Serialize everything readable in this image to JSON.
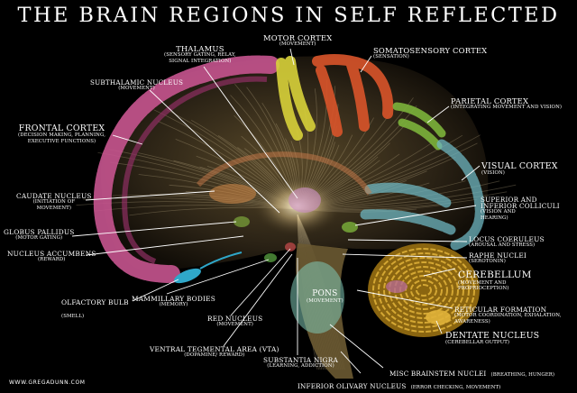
{
  "title": "THE BRAIN REGIONS IN SELF REFLECTED",
  "credit": "WWW.GREGADUNN.COM",
  "colors": {
    "background": "#000000",
    "fibers": "#d9c79a",
    "motor": "#d8d23a",
    "somatosensory": "#d9542a",
    "parietal": "#7cb23b",
    "frontal": "#c6548f",
    "visual": "#6db5c0",
    "cerebellum": "#c99a1c",
    "pons": "#7fc9b6",
    "olfactory": "#2fa7c9"
  },
  "labels": {
    "motor": {
      "name": "MOTOR CORTEX",
      "desc": "(MOVEMENT)"
    },
    "somato": {
      "name": "SOMATOSENSORY CORTEX",
      "desc": "(SENSATION)"
    },
    "thalamus": {
      "name": "THALAMUS",
      "desc1": "(SENSORY GATING, RELAY,",
      "desc2": "SIGNAL INTEGRATION)"
    },
    "subthalamic": {
      "name": "SUBTHALAMIC NUCLEUS",
      "desc": "(MOVEMENT)"
    },
    "parietal": {
      "name": "PARIETAL CORTEX",
      "desc": "(INTEGRATING MOVEMENT AND VISION)"
    },
    "frontal": {
      "name": "FRONTAL CORTEX",
      "desc1": "(DECISION MAKING, PLANNING,",
      "desc2": "EXECUTIVE FUNCTIONS)"
    },
    "visual": {
      "name": "VISUAL CORTEX",
      "desc": "(VISION)"
    },
    "caudate": {
      "name": "CAUDATE NUCLEUS",
      "desc1": "(INITIATION OF",
      "desc2": "MOVEMENT)"
    },
    "superior": {
      "name1": "SUPERIOR AND",
      "name2": "INFERIOR COLLICULI",
      "desc1": "(VISION AND",
      "desc2": "HEARING)"
    },
    "globus": {
      "name": "GLOBUS PALLIDUS",
      "desc": "(MOTOR GATING)"
    },
    "locus": {
      "name": "LOCUS COERULEUS",
      "desc": "(AROUSAL AND STRESS)"
    },
    "accumbens": {
      "name": "NUCLEUS ACCUMBENS",
      "desc": "(REWARD)"
    },
    "raphe": {
      "name": "RAPHE NUCLEI",
      "desc": "(SEROTONIN)"
    },
    "cerebellum": {
      "name": "CEREBELLUM",
      "desc1": "(MOVEMENT AND",
      "desc2": "PROPRIOCEPTION)"
    },
    "olfactory": {
      "name": "OLFACTORY BULB",
      "desc": "(SMELL)"
    },
    "mammillary": {
      "name": "MAMMILLARY BODIES",
      "desc": "(MEMORY)"
    },
    "pons": {
      "name": "PONS",
      "desc": "(MOVEMENT)"
    },
    "reticular": {
      "name": "RETICULAR FORMATION",
      "desc1": "(MOTOR COORDINATION, EXHALATION,",
      "desc2": "AWARENESS)"
    },
    "red": {
      "name": "RED NUCLEUS",
      "desc": "(MOVEMENT)"
    },
    "dentate": {
      "name": "DENTATE NUCLEUS",
      "desc": "(CEREBELLAR OUTPUT)"
    },
    "vta": {
      "name": "VENTRAL TEGMENTAL AREA (VTA)",
      "desc": "(DOPAMINE/ REWARD)"
    },
    "substantia": {
      "name": "SUBSTANTIA NIGRA",
      "desc": "(LEARNING, ADDICTION)"
    },
    "misc": {
      "name": "MISC BRAINSTEM NUCLEI",
      "desc": "(BREATHING, HUNGER)"
    },
    "olivary": {
      "name": "INFERIOR OLIVARY NUCLEUS",
      "desc": "(ERROR CHECKING, MOVEMENT)"
    }
  }
}
